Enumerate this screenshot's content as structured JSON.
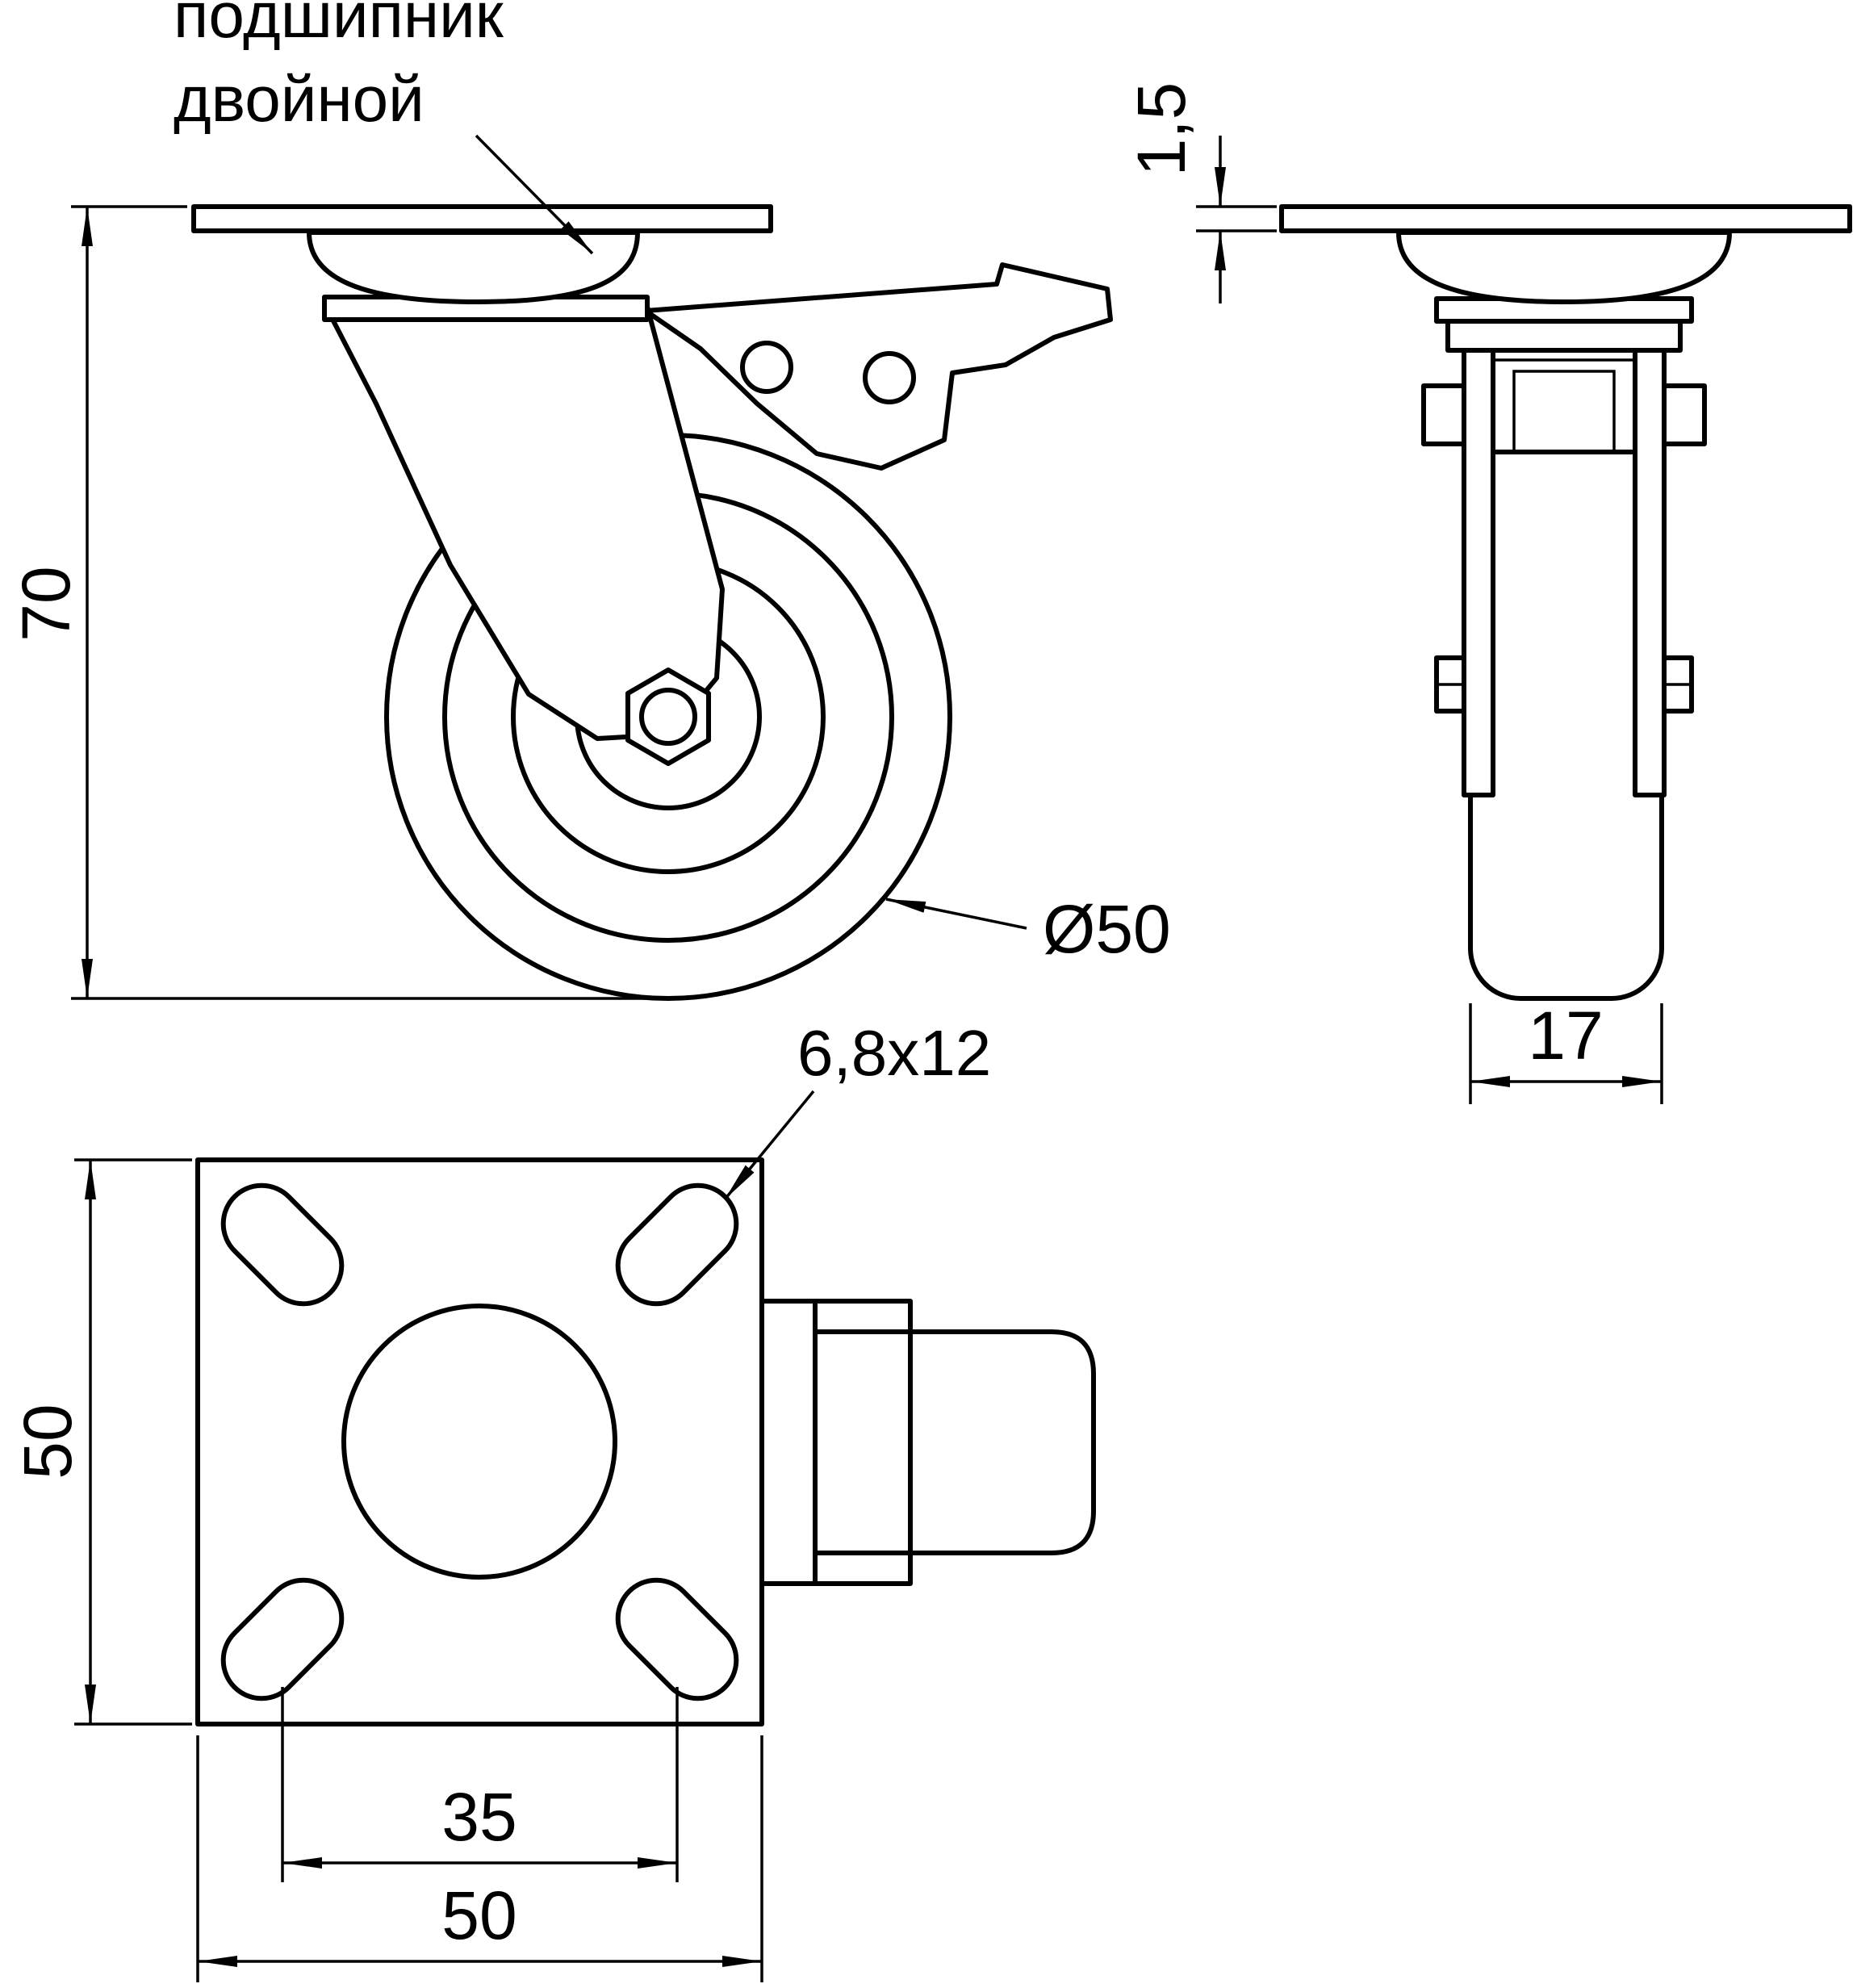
{
  "drawing": {
    "callouts": {
      "bearing_line1": "подшипник",
      "bearing_line2": "двойной",
      "slot_size": "6,8x12"
    },
    "dimensions": {
      "overall_height": "70",
      "wheel_diameter": "Ø50",
      "plate_thickness": "1,5",
      "wheel_width": "17",
      "plate_height": "50",
      "hole_spacing": "35",
      "plate_width": "50"
    },
    "colors": {
      "line": "#000000",
      "background": "#ffffff"
    }
  }
}
